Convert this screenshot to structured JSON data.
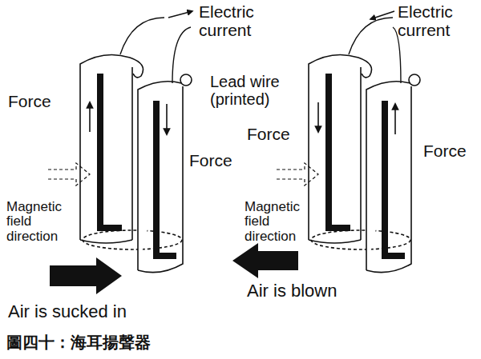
{
  "diagram": {
    "caption": "圖四十：海耳揚聲器",
    "labels": [
      "Electric current",
      "Electric current",
      "Force",
      "Lead wire (printed)",
      "Force",
      "Magnetic field direction",
      "Force",
      "Force",
      "Magnetic field direction",
      "Air is sucked in",
      "Air is blown"
    ]
  }
}
